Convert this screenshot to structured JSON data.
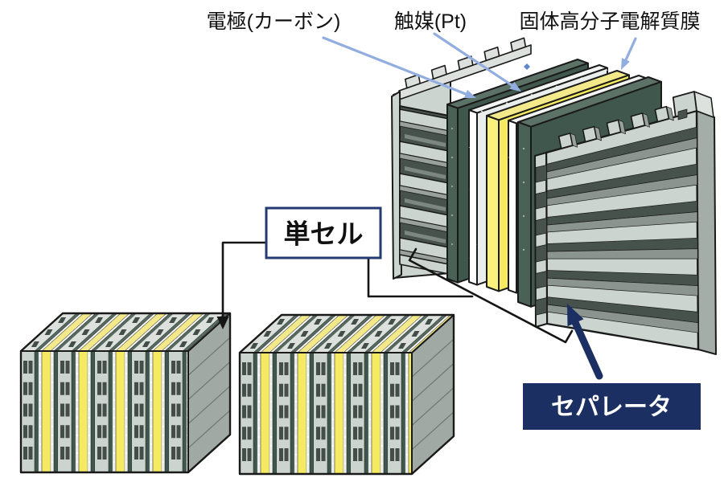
{
  "labels": {
    "electrode": "電極(カーボン)",
    "catalyst": "触媒(Pt)",
    "membrane": "固体高分子電解質膜",
    "single_cell": "単セル",
    "separator": "セパレータ"
  },
  "stack_order": [
    "セパレータ",
    "電極(カーボン)",
    "触媒(Pt)",
    "固体高分子電解質膜",
    "触媒(Pt)",
    "電極(カーボン)",
    "セパレータ"
  ],
  "colors": {
    "background": "#ffffff",
    "text": "#111111",
    "leader_line": "#92ade0",
    "leader_dot": "#6186cc",
    "navy": "#1b2f63",
    "box_border": "#233a75",
    "outline": "#1a1a1a",
    "connector_black": "#151515",
    "separator_gray": "#ccd4d0",
    "separator_gray_top": "#dce1de",
    "separator_gray_side": "#a4ada8",
    "separator_tooth_side": "#98a19c",
    "channel_dark": "#47524c",
    "channel_mid": "#8b948f",
    "electrode_green": "#3f574c",
    "electrode_green_top": "#5d7266",
    "electrode_green_edge": "#4a6156",
    "catalyst_white": "#e9edeb",
    "catalyst_white_edge": "#fdfefd",
    "catalyst_white_top": "#f3f5f4",
    "membrane_yellow": "#f5ea62",
    "membrane_yellow_edge": "#faf17c",
    "membrane_yellow_top": "#f3e98a",
    "cube_side": "#a0a9a4",
    "cube_side_line": "#6d776f"
  }
}
